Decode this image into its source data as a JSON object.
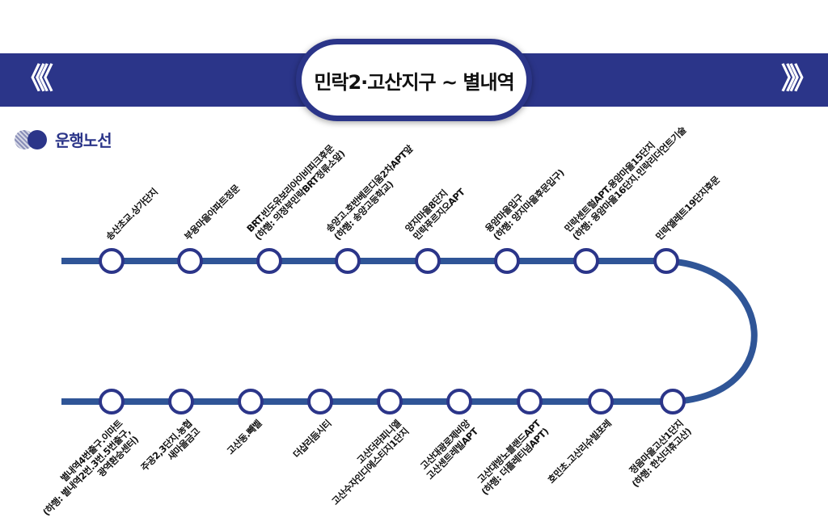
{
  "header": {
    "title": "민락2·고산지구 ~ 별내역",
    "left_icon": "double-chevron-left-icon",
    "right_icon": "double-chevron-right-icon",
    "left_glyph": "《《",
    "right_glyph": "》》"
  },
  "section": {
    "title": "운행노선"
  },
  "colors": {
    "brand_navy": "#2b3589",
    "route_line": "#2f5597",
    "station_ring": "#2b3589"
  },
  "route": {
    "upper_stations": [
      {
        "name": "송산초교.상가단지",
        "sub": ""
      },
      {
        "name": "부용마을아파트정문",
        "sub": ""
      },
      {
        "name": "BRT.빈도유보리아이비피크후문",
        "sub": "(하행: 의정부민락BRT정류소앞)"
      },
      {
        "name": "송양고.호반베르디움2차APT앞",
        "sub": "(하행: 송양고등학교)"
      },
      {
        "name": "양지마을8단지",
        "sub": "민락푸르지오APT"
      },
      {
        "name": "용암마을입구",
        "sub": "(하행: 양지마을후문입구)"
      },
      {
        "name": "민락센트럴APT.용암마을15단지",
        "sub": "(하행: 용암마을16단지.민락리더언트기술"
      },
      {
        "name": "민락엘레트19단지후문",
        "sub": ""
      }
    ],
    "lower_stations": [
      {
        "name": "별내역4번출구.이마트",
        "sub": "(하행: 별내역2번.3번.5번출구,",
        "sub2": "광역환승센터)"
      },
      {
        "name": "주공2,3단지.농협",
        "sub": "새마을금고",
        "sub2": ""
      },
      {
        "name": "고산동.빼벨",
        "sub": "",
        "sub2": ""
      },
      {
        "name": "더샵리듬시티",
        "sub": "",
        "sub2": ""
      },
      {
        "name": "고산더라피니엘",
        "sub": "고산수자인디에스티지1단지",
        "sub2": ""
      },
      {
        "name": "고산대광로제비앙",
        "sub": "고산센트레빌APT",
        "sub2": ""
      },
      {
        "name": "고산대방노블랜드APT",
        "sub": "(하행: 더플레티넘APT)",
        "sub2": ""
      },
      {
        "name": "호민초.고산리슈빌포레",
        "sub": "",
        "sub2": ""
      },
      {
        "name": "정음마을고산1단지",
        "sub": "(하행: 한신더휴고산)",
        "sub2": ""
      }
    ]
  }
}
